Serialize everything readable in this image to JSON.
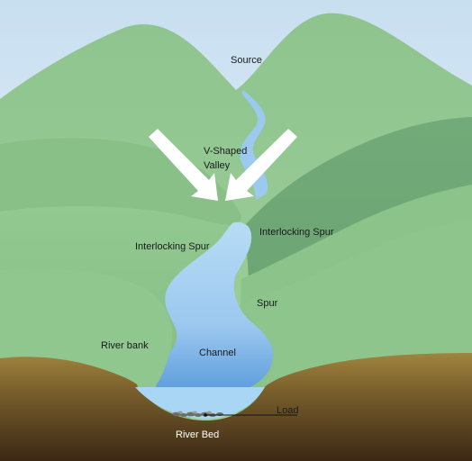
{
  "labels": {
    "source": "Source",
    "v_shaped_line1": "V-Shaped",
    "v_shaped_line2": "Valley",
    "interlocking_spur_left": "Interlocking Spur",
    "interlocking_spur_right": "Interlocking Spur",
    "spur": "Spur",
    "river_bank": "River bank",
    "channel": "Channel",
    "load": "Load",
    "river_bed": "River Bed"
  },
  "colors": {
    "sky_top": "#c8dff0",
    "sky_bottom": "#eef5fb",
    "hill_back": "#90c68e",
    "hill_mid": "#8cc48c",
    "hill_dark": "#6fa676",
    "water_light": "#a8d4f1",
    "water_dark": "#5e9fdc",
    "bank_top": "#9a7d3a",
    "bank_bottom": "#3d2a16",
    "arrow": "#ffffff"
  }
}
